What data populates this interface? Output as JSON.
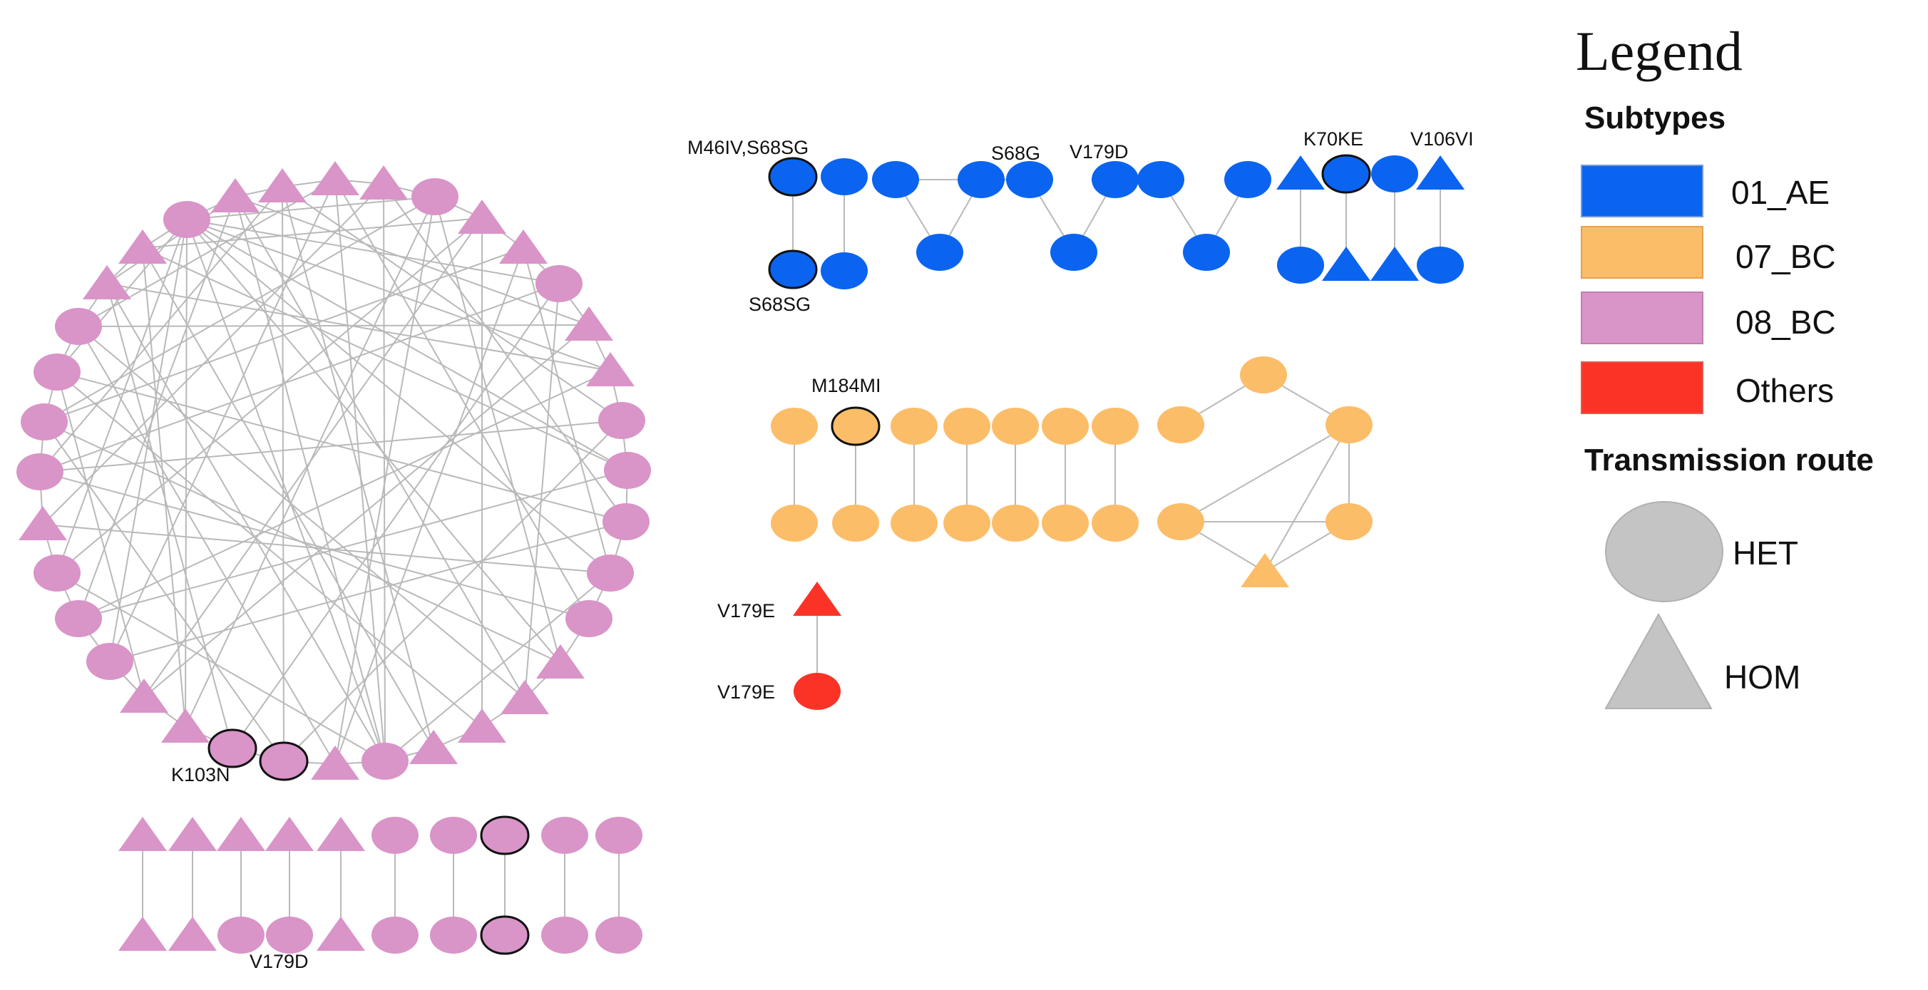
{
  "legend": {
    "title": "Legend",
    "subtypes_heading": "Subtypes",
    "subtypes": [
      {
        "label": "01_AE",
        "color": "#0a64f0"
      },
      {
        "label": "07_BC",
        "color": "#fcbd68"
      },
      {
        "label": "08_BC",
        "color": "#d994c8"
      },
      {
        "label": "Others",
        "color": "#fb3327"
      }
    ],
    "routes_heading": "Transmission route",
    "routes": [
      {
        "label": "HET",
        "shape": "ellipse"
      },
      {
        "label": "HOM",
        "shape": "triangle"
      }
    ]
  },
  "colors": {
    "edge": "#b9b9b9",
    "drm_outline": "#111111",
    "route_swatch": "#c4c4c4"
  },
  "mutations": {
    "ae_top_left": "M46IV,S68SG",
    "ae_bottom_left": "S68SG",
    "ae_s68g": "S68G",
    "ae_v179d": "V179D",
    "ae_k70ke": "K70KE",
    "ae_v106vi": "V106VI",
    "bc07_m184mi": "M184MI",
    "others_top": "V179E",
    "others_bottom": "V179E",
    "bc08_k103n": "K103N",
    "bc08_v179d": "V179D"
  }
}
